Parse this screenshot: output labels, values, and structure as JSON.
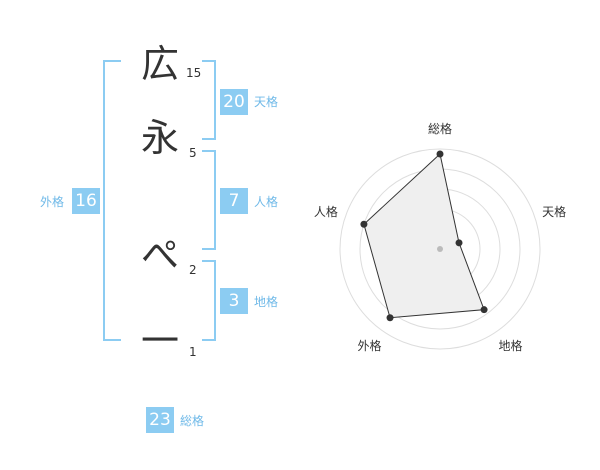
{
  "name": {
    "chars": [
      {
        "char": "広",
        "strokes": "15"
      },
      {
        "char": "永",
        "strokes": "5"
      },
      {
        "char": "ぺ",
        "strokes": "2"
      },
      {
        "char": "一",
        "strokes": "1"
      }
    ]
  },
  "kakusu": {
    "tenkaku": {
      "value": "20",
      "label": "天格"
    },
    "jinkaku": {
      "value": "7",
      "label": "人格"
    },
    "chikaku": {
      "value": "3",
      "label": "地格"
    },
    "gaikaku": {
      "value": "16",
      "label": "外格"
    },
    "soukaku": {
      "value": "23",
      "label": "総格"
    }
  },
  "chart_data": {
    "type": "radar",
    "axes": [
      "総格",
      "天格",
      "地格",
      "外格",
      "人格"
    ],
    "values": [
      0.95,
      0.2,
      0.75,
      0.85,
      0.8
    ],
    "rings": 5,
    "fill_color": "#efefef",
    "line_color": "#333333",
    "grid_color": "#dddddd"
  }
}
